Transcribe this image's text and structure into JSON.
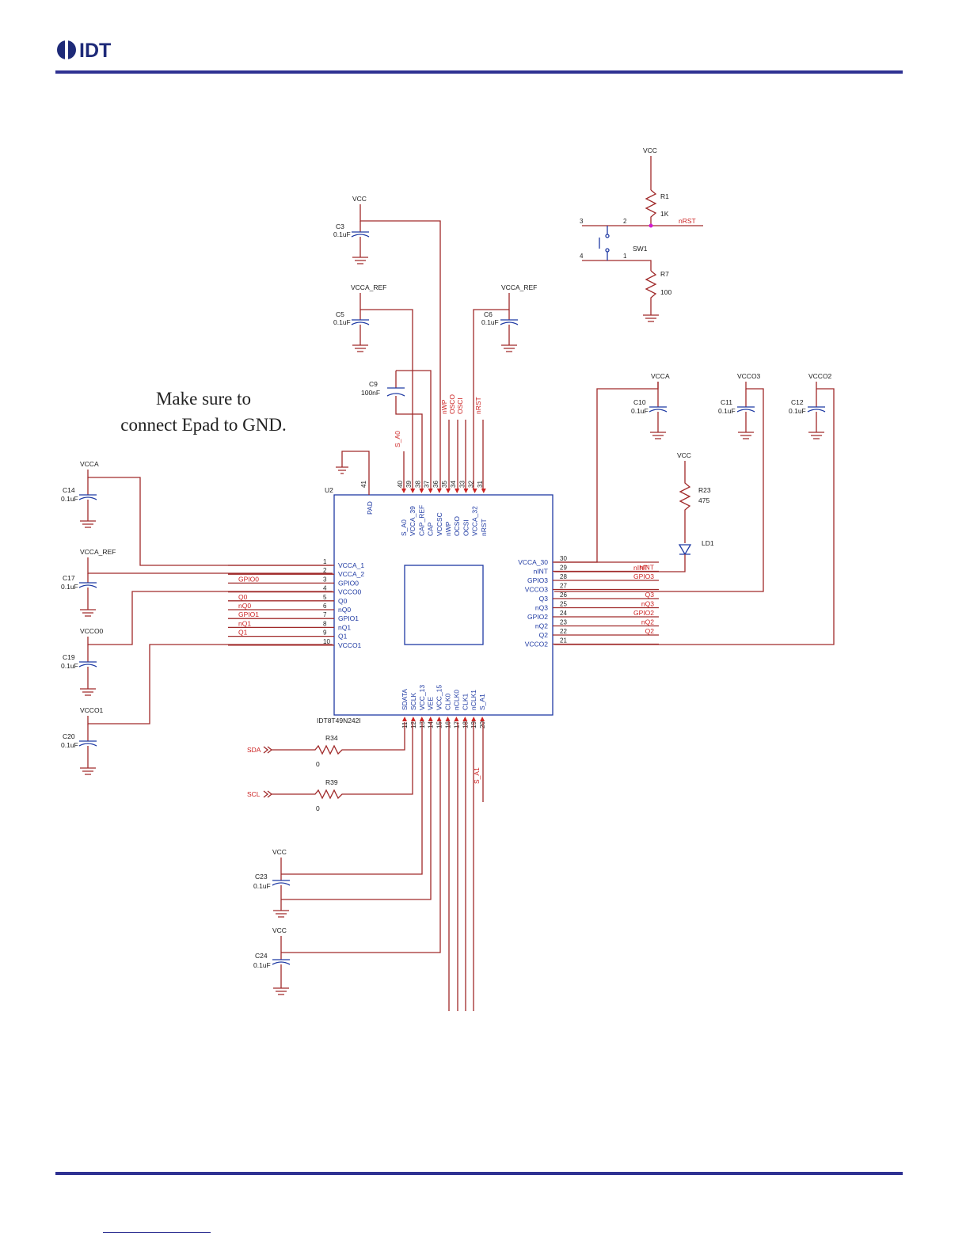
{
  "header": {
    "logo_text": "IDT"
  },
  "note": {
    "line1": "Make sure to",
    "line2": "connect Epad to GND."
  },
  "ic": {
    "ref": "U2",
    "part": "IDT8T49N242I",
    "pad_label": "PAD",
    "pad_pin": "41",
    "left_pins": [
      {
        "num": "1",
        "name": "VCCA_1",
        "net": ""
      },
      {
        "num": "2",
        "name": "VCCA_2",
        "net": ""
      },
      {
        "num": "3",
        "name": "GPIO0",
        "net": "GPIO0"
      },
      {
        "num": "4",
        "name": "VCCO0",
        "net": ""
      },
      {
        "num": "5",
        "name": "Q0",
        "net": "Q0"
      },
      {
        "num": "6",
        "name": "nQ0",
        "net": "nQ0"
      },
      {
        "num": "7",
        "name": "GPIO1",
        "net": "GPIO1"
      },
      {
        "num": "8",
        "name": "nQ1",
        "net": "nQ1"
      },
      {
        "num": "9",
        "name": "Q1",
        "net": "Q1"
      },
      {
        "num": "10",
        "name": "VCCO1",
        "net": ""
      }
    ],
    "right_pins": [
      {
        "num": "30",
        "name": "VCCA_30",
        "net": ""
      },
      {
        "num": "29",
        "name": "nINT",
        "net": "nINT"
      },
      {
        "num": "28",
        "name": "GPIO3",
        "net": "GPIO3"
      },
      {
        "num": "27",
        "name": "VCCO3",
        "net": ""
      },
      {
        "num": "26",
        "name": "Q3",
        "net": "Q3"
      },
      {
        "num": "25",
        "name": "nQ3",
        "net": "nQ3"
      },
      {
        "num": "24",
        "name": "GPIO2",
        "net": "GPIO2"
      },
      {
        "num": "23",
        "name": "nQ2",
        "net": "nQ2"
      },
      {
        "num": "22",
        "name": "Q2",
        "net": "Q2"
      },
      {
        "num": "21",
        "name": "VCCO2",
        "net": ""
      }
    ],
    "top_pins": [
      {
        "num": "40",
        "name": "S_A0",
        "net": "S_A0"
      },
      {
        "num": "39",
        "name": "VCCA_39",
        "net": ""
      },
      {
        "num": "38",
        "name": "CAP_REF",
        "net": ""
      },
      {
        "num": "37",
        "name": "CAP",
        "net": ""
      },
      {
        "num": "36",
        "name": "VCCSC",
        "net": ""
      },
      {
        "num": "35",
        "name": "nWP",
        "net": "nWP"
      },
      {
        "num": "34",
        "name": "OCSO",
        "net": "OSCO"
      },
      {
        "num": "33",
        "name": "OCSI",
        "net": "OSCI"
      },
      {
        "num": "32",
        "name": "VCCA_32",
        "net": ""
      },
      {
        "num": "31",
        "name": "nRST",
        "net": "nRST"
      }
    ],
    "bottom_pins": [
      {
        "num": "11",
        "name": "SDATA",
        "net": ""
      },
      {
        "num": "12",
        "name": "SCLK",
        "net": ""
      },
      {
        "num": "13",
        "name": "VCC_13",
        "net": ""
      },
      {
        "num": "14",
        "name": "VEE",
        "net": ""
      },
      {
        "num": "15",
        "name": "VCC_15",
        "net": ""
      },
      {
        "num": "16",
        "name": "CLK0",
        "net": ""
      },
      {
        "num": "17",
        "name": "nCLK0",
        "net": ""
      },
      {
        "num": "18",
        "name": "CLK1",
        "net": ""
      },
      {
        "num": "19",
        "name": "nCLK1",
        "net": ""
      },
      {
        "num": "20",
        "name": "S_A1",
        "net": "S_A1"
      }
    ]
  },
  "components": {
    "c3": {
      "ref": "C3",
      "value": "0.1uF",
      "rail": "VCC"
    },
    "c5": {
      "ref": "C5",
      "value": "0.1uF",
      "rail": "VCCA_REF"
    },
    "c6": {
      "ref": "C6",
      "value": "0.1uF",
      "rail": "VCCA_REF"
    },
    "c9": {
      "ref": "C9",
      "value": "100nF"
    },
    "c10": {
      "ref": "C10",
      "value": "0.1uF",
      "rail": "VCCA"
    },
    "c11": {
      "ref": "C11",
      "value": "0.1uF",
      "rail": "VCCO3"
    },
    "c12": {
      "ref": "C12",
      "value": "0.1uF",
      "rail": "VCCO2"
    },
    "c14": {
      "ref": "C14",
      "value": "0.1uF",
      "rail": "VCCA"
    },
    "c17": {
      "ref": "C17",
      "value": "0.1uF",
      "rail": "VCCA_REF"
    },
    "c19": {
      "ref": "C19",
      "value": "0.1uF",
      "rail": "VCCO0"
    },
    "c20": {
      "ref": "C20",
      "value": "0.1uF",
      "rail": "VCCO1"
    },
    "c23": {
      "ref": "C23",
      "value": "0.1uF",
      "rail": "VCC"
    },
    "c24": {
      "ref": "C24",
      "value": "0.1uF",
      "rail": "VCC"
    },
    "r1": {
      "ref": "R1",
      "value": "1K",
      "rail": "VCC"
    },
    "r7": {
      "ref": "R7",
      "value": "100"
    },
    "r23": {
      "ref": "R23",
      "value": "475",
      "rail": "VCC"
    },
    "r34": {
      "ref": "R34",
      "value": "0"
    },
    "r39": {
      "ref": "R39",
      "value": "0"
    },
    "sw1": {
      "ref": "SW1",
      "pins": [
        "3",
        "2",
        "4",
        "1"
      ]
    },
    "ld1": {
      "ref": "LD1"
    }
  },
  "nets": {
    "sda": "SDA",
    "scl": "SCL",
    "nrst": "nRST",
    "nint": "nINT"
  }
}
